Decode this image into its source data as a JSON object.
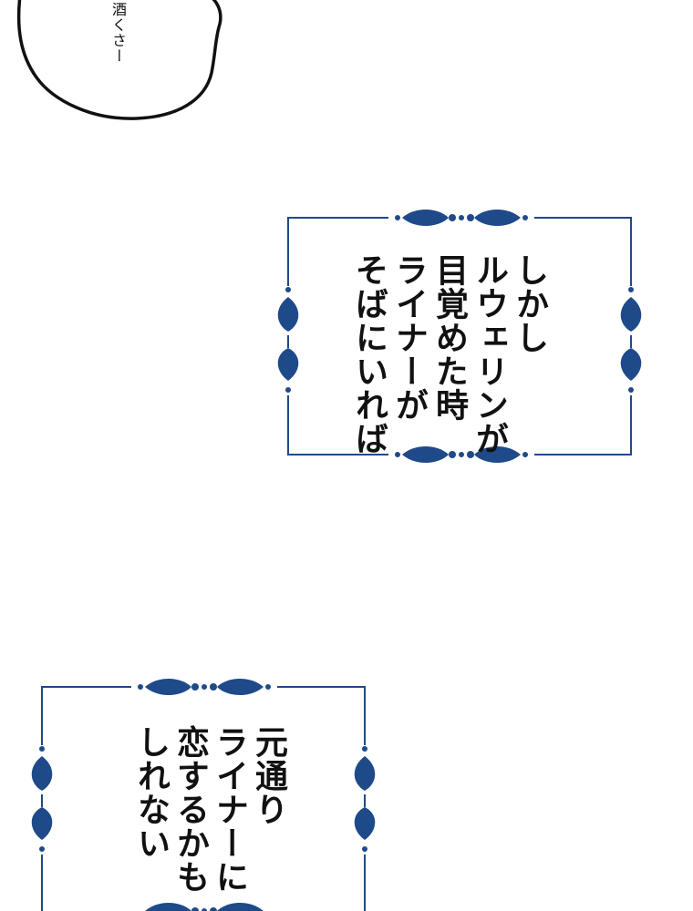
{
  "bubble": {
    "text": "酒くさー"
  },
  "captions": [
    {
      "lines": [
        "しかし",
        "ルウェリンが",
        "目覚めた時",
        "ライナーが",
        "そばにいれば"
      ]
    },
    {
      "lines": [
        "元通り",
        "ライナーに",
        "恋するかも",
        "しれない"
      ]
    }
  ],
  "colors": {
    "frame": "#1f4a8a",
    "text": "#111111",
    "background": "#ffffff"
  }
}
